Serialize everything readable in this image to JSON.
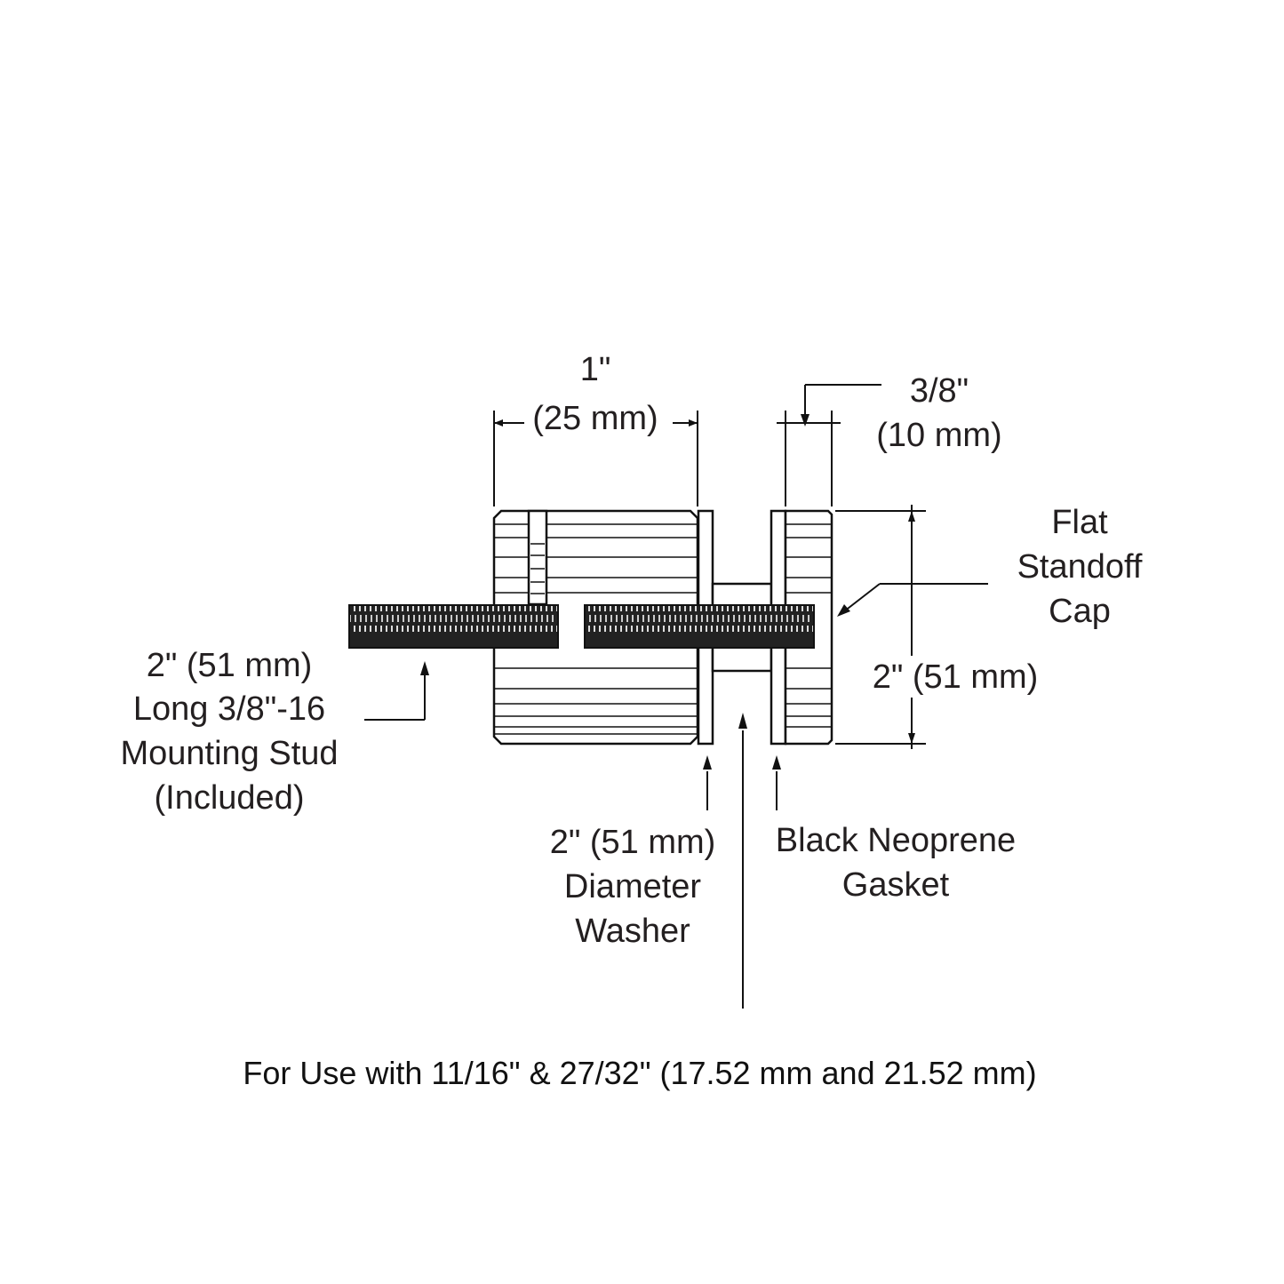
{
  "dimensions": {
    "body_length": {
      "inch": "1\"",
      "mm": "(25 mm)"
    },
    "cap_thickness": {
      "inch": "3/8\"",
      "mm": "(10 mm)"
    },
    "diameter": "2\" (51 mm)"
  },
  "labels": {
    "cap": [
      "Flat",
      "Standoff",
      "Cap"
    ],
    "stud": [
      "2\" (51 mm)",
      "Long 3/8\"-16",
      "Mounting Stud",
      "(Included)"
    ],
    "washer": [
      "2\" (51 mm)",
      "Diameter",
      "Washer"
    ],
    "gasket": [
      "Black Neoprene",
      "Gasket"
    ]
  },
  "footer": "For Use with 11/16\" & 27/32\" (17.52 mm and 21.52 mm)",
  "colors": {
    "ink": "#111111",
    "background": "#ffffff"
  }
}
